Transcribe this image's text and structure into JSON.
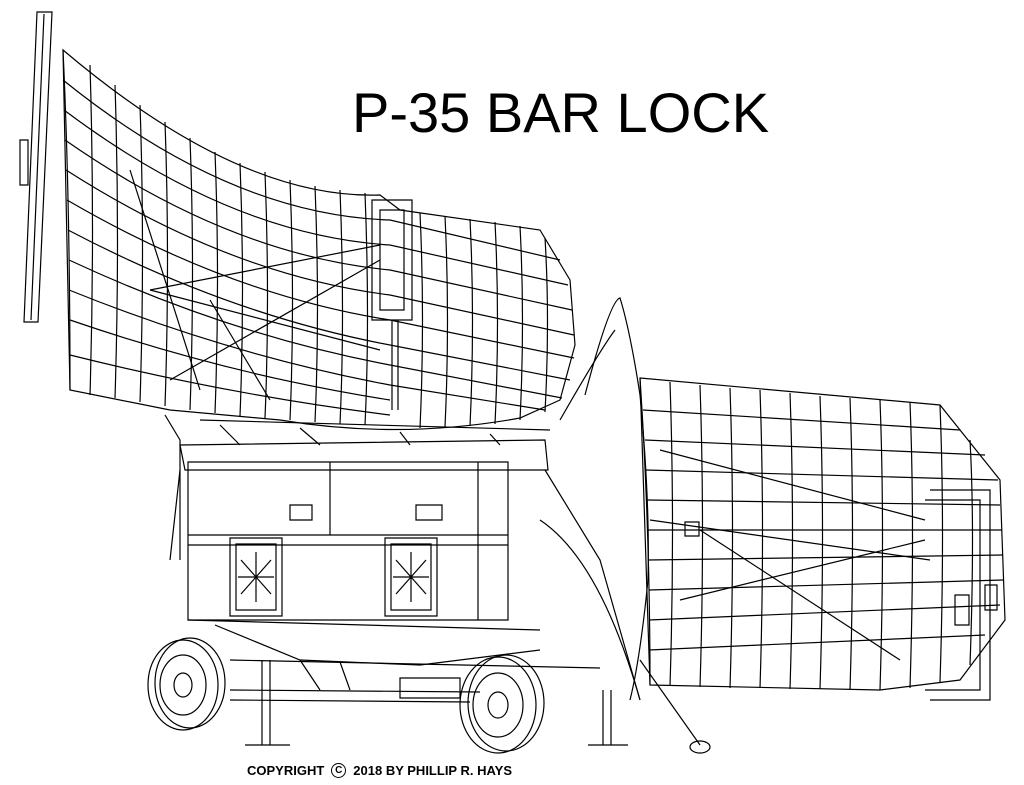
{
  "title": "P-35 BAR LOCK",
  "copyright": {
    "prefix": "COPYRIGHT",
    "symbol": "C",
    "suffix": "2018 BY PHILLIP R. HAYS"
  },
  "colors": {
    "line": "#000000",
    "background": "#ffffff"
  }
}
